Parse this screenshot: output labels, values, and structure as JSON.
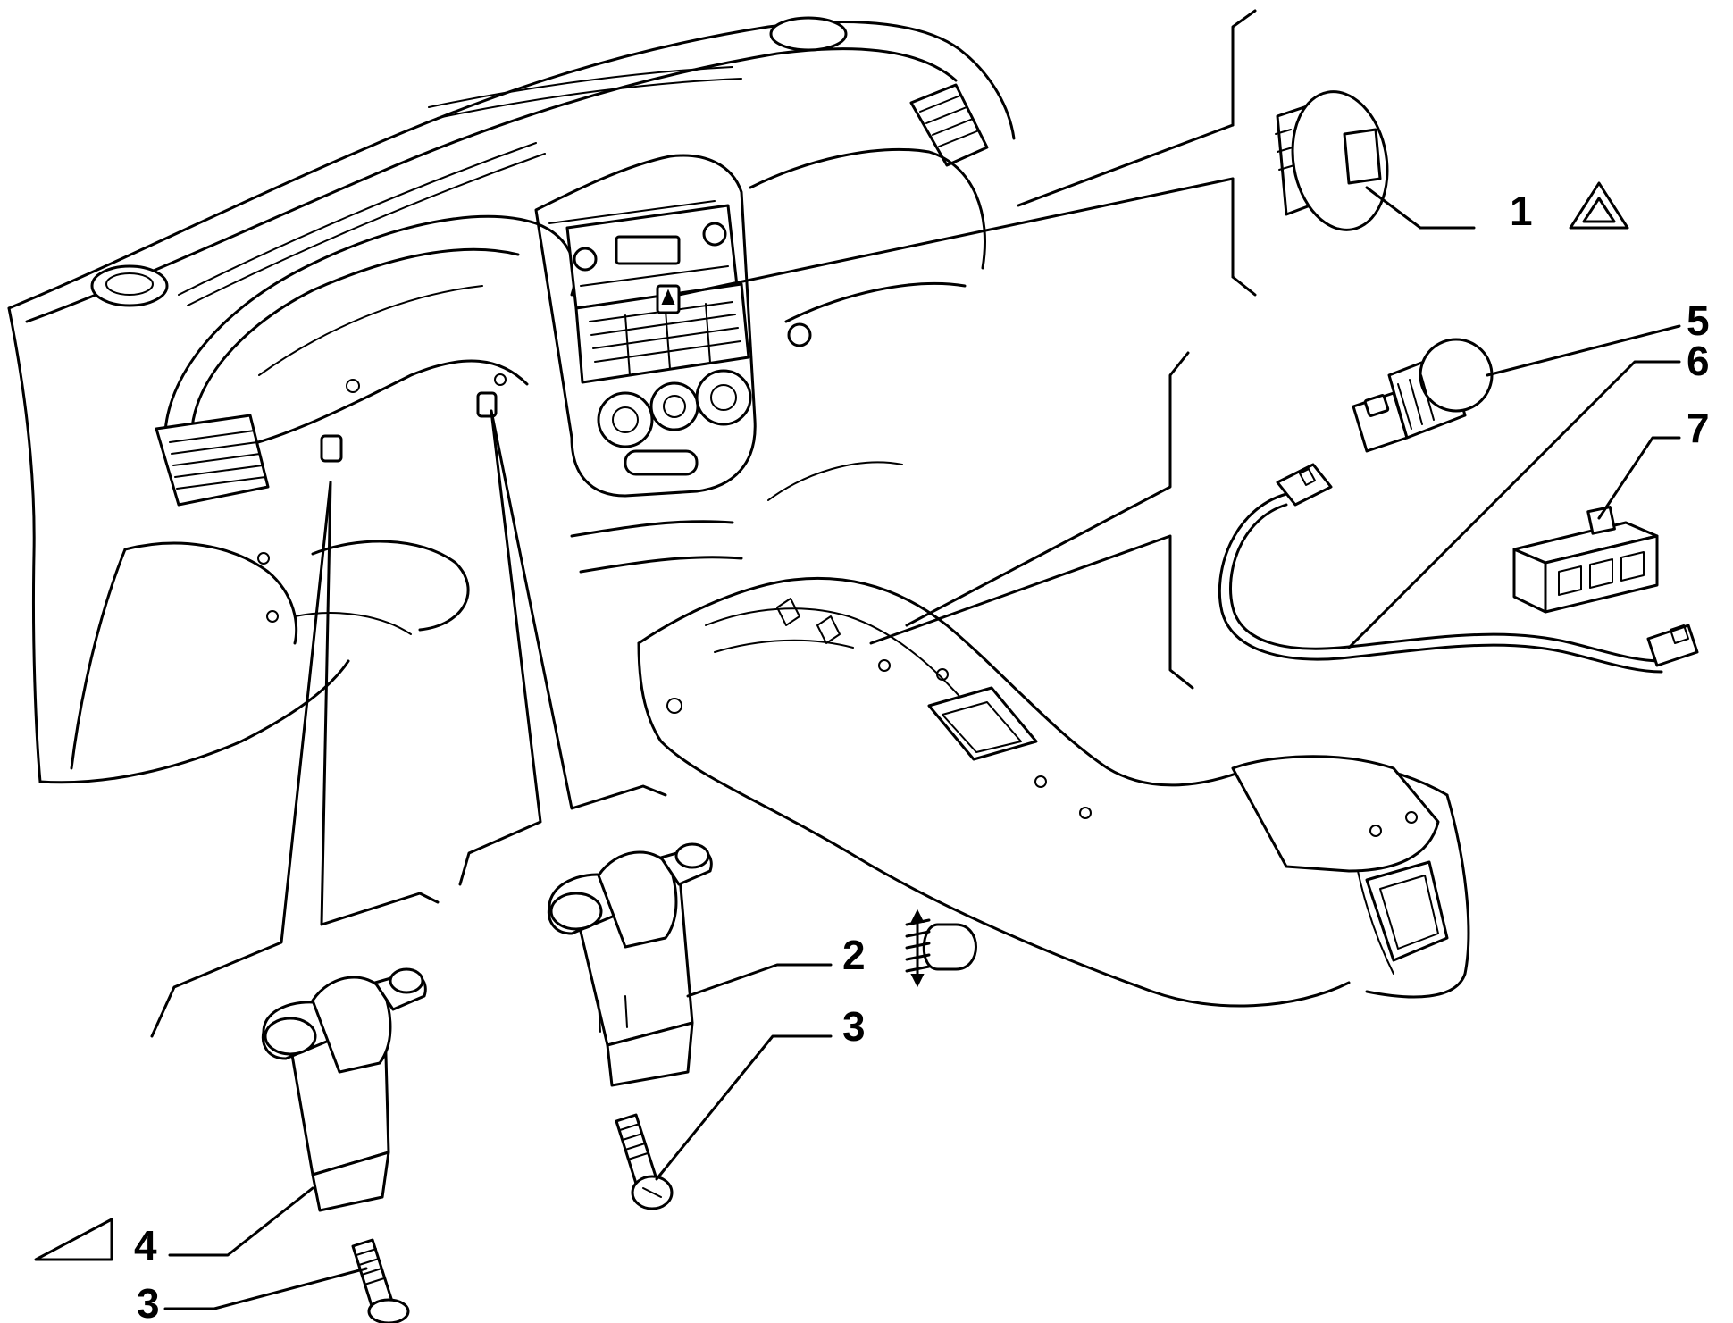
{
  "diagram": {
    "callouts": [
      {
        "id": "c1",
        "label": "1"
      },
      {
        "id": "c2",
        "label": "2"
      },
      {
        "id": "c3a",
        "label": "3"
      },
      {
        "id": "c3b",
        "label": "3"
      },
      {
        "id": "c4",
        "label": "4"
      },
      {
        "id": "c5",
        "label": "5"
      },
      {
        "id": "c6",
        "label": "6"
      },
      {
        "id": "c7",
        "label": "7"
      }
    ],
    "symbols": {
      "hazard": "hazard-warning-triangle-icon",
      "headlamp_leveling": "headlamp-leveling-icon",
      "rheostat": "dimmer-ramp-icon"
    }
  }
}
